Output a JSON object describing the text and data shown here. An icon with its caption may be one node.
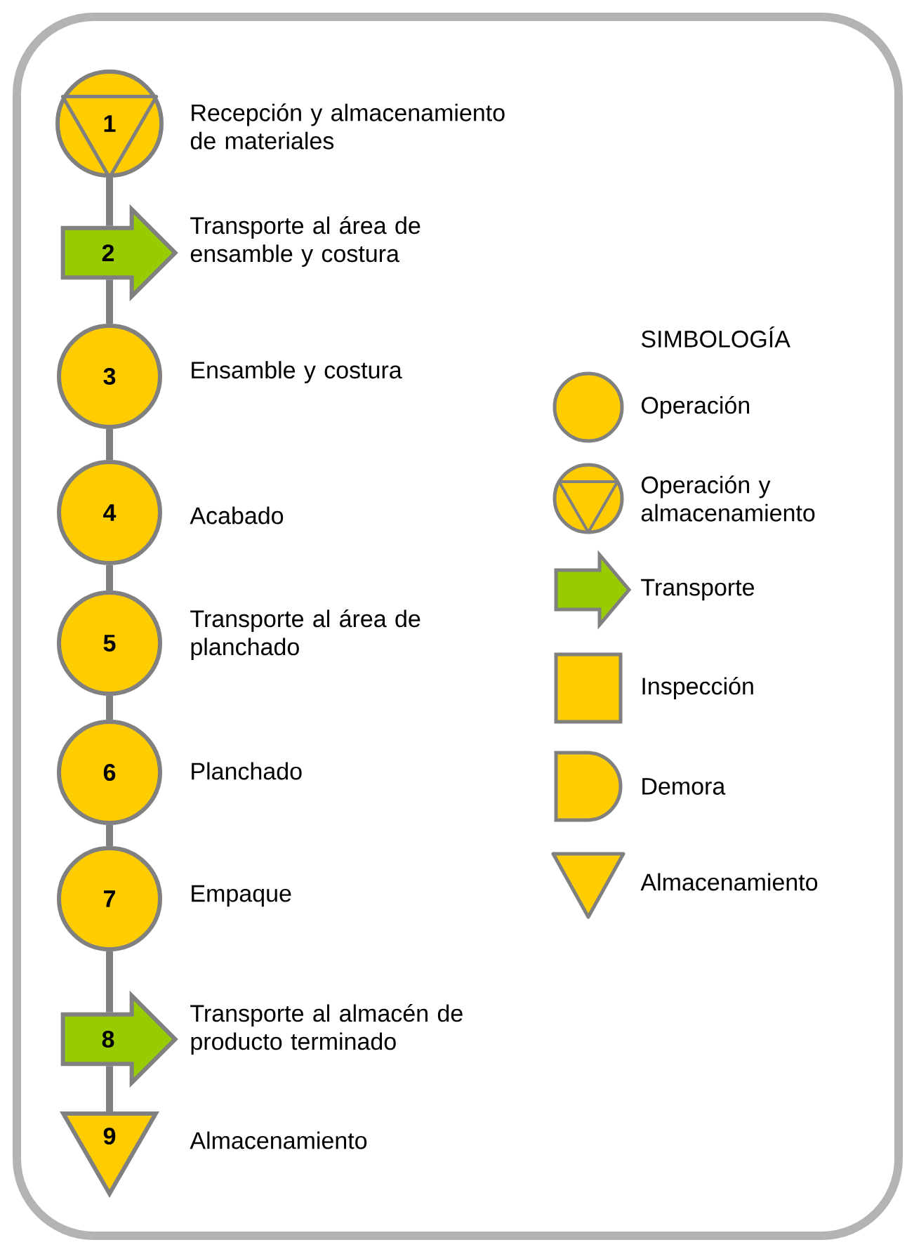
{
  "diagram": {
    "nodes": [
      {
        "text": [
          "1"
        ],
        "beside": [
          "Recepción y almacenamiento de materiales"
        ]
      },
      {
        "text": [
          "2"
        ],
        "beside": [
          "Transporte al área de ensamble y costura"
        ]
      },
      {
        "text": [
          "3"
        ],
        "beside": [
          "Ensamble y costura"
        ]
      },
      {
        "text": [
          "4"
        ],
        "beside": [
          "Acabado"
        ]
      },
      {
        "text": [
          "5"
        ],
        "beside": [
          "Transporte al área de planchado"
        ]
      },
      {
        "text": [
          "6"
        ],
        "beside": [
          "Planchado"
        ]
      },
      {
        "text": [
          "7"
        ],
        "beside": [
          "Empaque"
        ]
      },
      {
        "text": [
          "8"
        ],
        "beside": [
          "Transporte al almacén de producto terminado"
        ]
      },
      {
        "text": [
          "9"
        ],
        "beside": [
          "Almacenamiento"
        ]
      }
    ],
    "edges": [
      {
        "from": 0,
        "to": 1,
        "arrow": "none"
      },
      {
        "from": 1,
        "to": 2,
        "arrow": "none"
      },
      {
        "from": 2,
        "to": 3,
        "arrow": "none"
      },
      {
        "from": 3,
        "to": 4,
        "arrow": "none"
      },
      {
        "from": 4,
        "to": 5,
        "arrow": "none"
      },
      {
        "from": 5,
        "to": 6,
        "arrow": "none"
      },
      {
        "from": 6,
        "to": 7,
        "arrow": "none"
      },
      {
        "from": 7,
        "to": 8,
        "arrow": "none"
      }
    ],
    "labels": [
      "SIMBOLOGÍA"
    ],
    "legend": [
      {
        "text": "Operación"
      },
      {
        "text": "Operación y almacenamiento"
      },
      {
        "text": "Transporte"
      },
      {
        "text": "Inspección"
      },
      {
        "text": "Demora"
      },
      {
        "text": "Almacenamiento"
      }
    ]
  }
}
